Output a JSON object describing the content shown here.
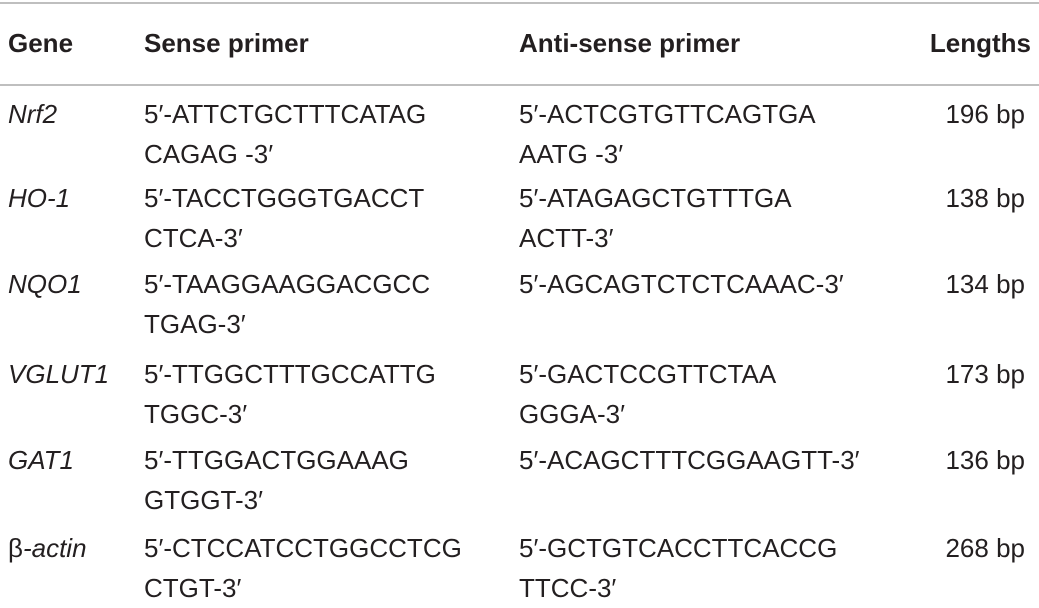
{
  "table": {
    "headers": {
      "gene": "Gene",
      "sense": "Sense primer",
      "anti": "Anti-sense primer",
      "length": "Lengths"
    },
    "rows": [
      {
        "gene": "Nrf2",
        "sense_line1": "5′-ATTCTGCTTTCATAG",
        "sense_line2": "CAGAG -3′",
        "anti_line1": "5′-ACTCGTGTTCAGTGA",
        "anti_line2": "AATG -3′",
        "length": "196 bp"
      },
      {
        "gene": "HO-1",
        "sense_line1": "5′-TACCTGGGTGACCT",
        "sense_line2": "CTCA-3′",
        "anti_line1": "5′-ATAGAGCTGTTTGA",
        "anti_line2": "ACTT-3′",
        "length": "138 bp"
      },
      {
        "gene": "NQO1",
        "sense_line1": "5′-TAAGGAAGGACGCC",
        "sense_line2": "TGAG-3′",
        "anti_line1": "5′-AGCAGTCTCTCAAAC-3′",
        "anti_line2": "",
        "length": "134 bp"
      },
      {
        "gene": "VGLUT1",
        "sense_line1": "5′-TTGGCTTTGCCATTG",
        "sense_line2": "TGGC-3′",
        "anti_line1": "5′-GACTCCGTTCTAA",
        "anti_line2": "GGGA-3′",
        "length": "173 bp"
      },
      {
        "gene": "GAT1",
        "sense_line1": "5′-TTGGACTGGAAAG",
        "sense_line2": "GTGGT-3′",
        "anti_line1": "5′-ACAGCTTTCGGAAGTT-3′",
        "anti_line2": "",
        "length": "136 bp"
      },
      {
        "gene_greek": "β",
        "gene": "-actin",
        "sense_line1": "5′-CTCCATCCTGGCCTCG",
        "sense_line2": "CTGT-3′",
        "anti_line1": "5′-GCTGTCACCTTCACCG",
        "anti_line2": "TTCC-3′",
        "length": "268 bp"
      }
    ]
  }
}
